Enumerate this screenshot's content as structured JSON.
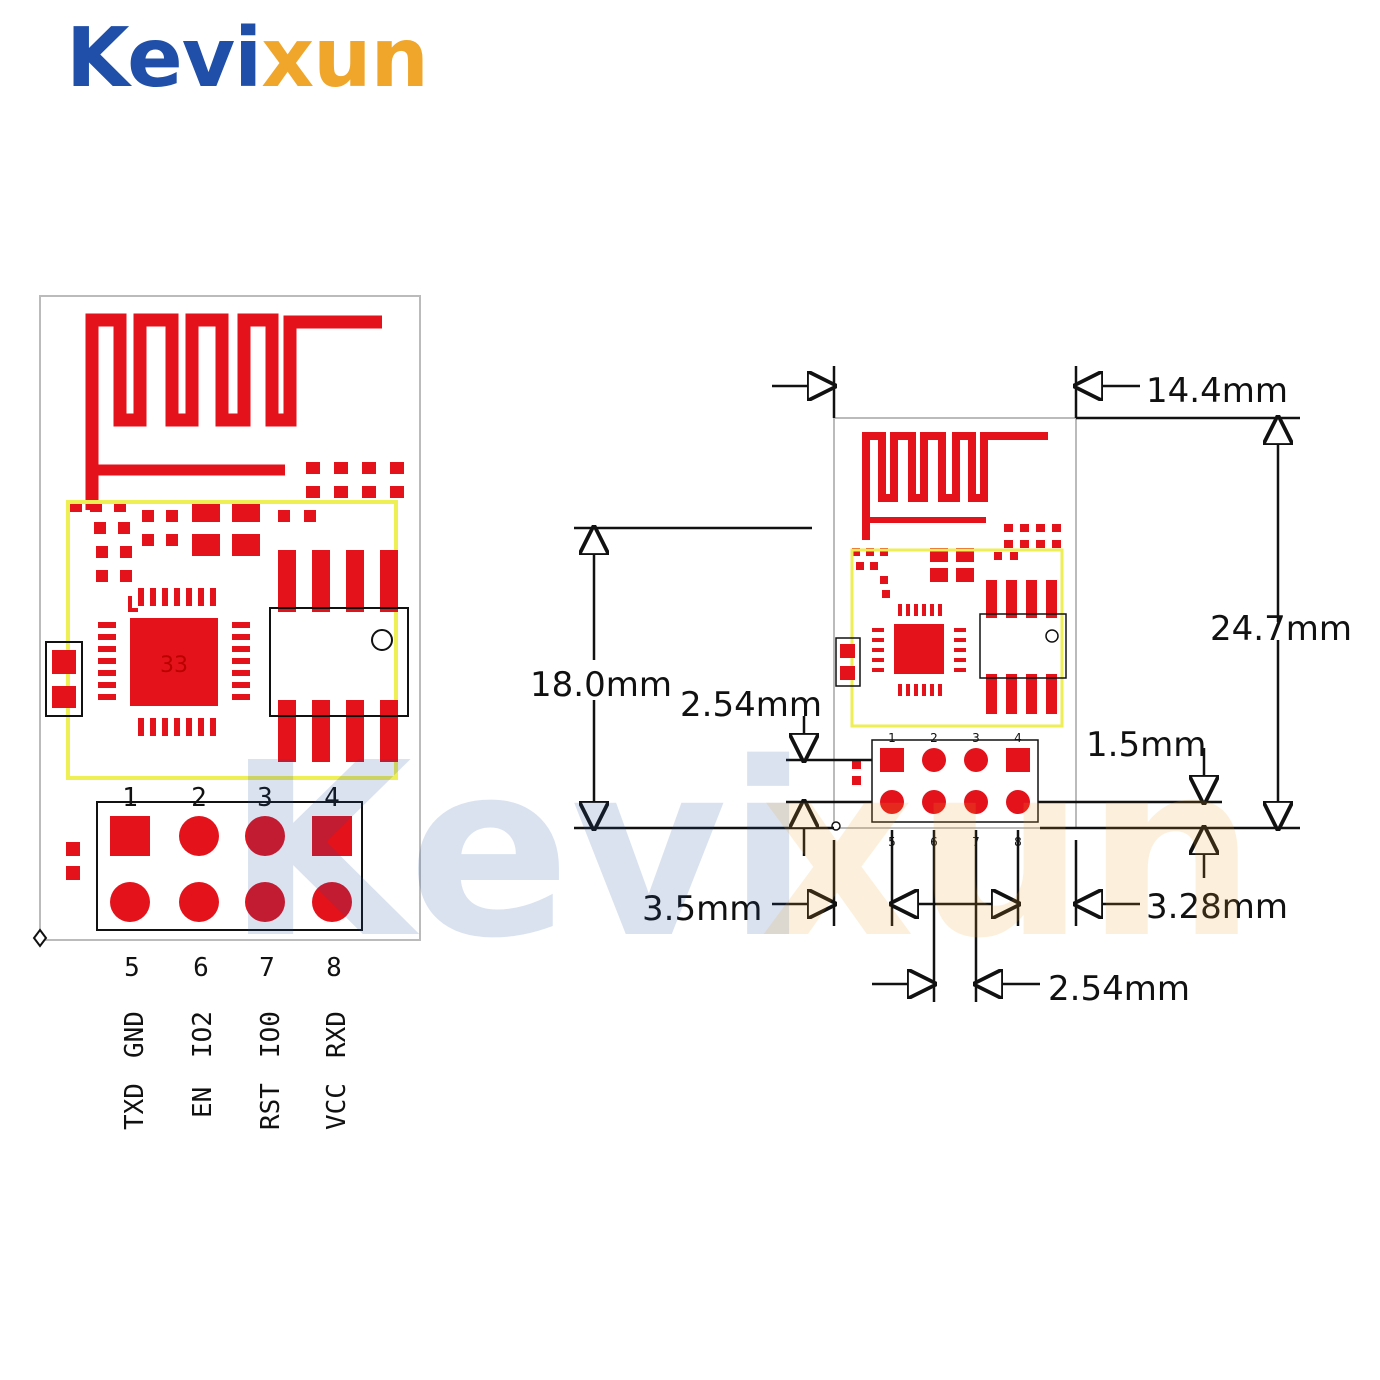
{
  "brand": {
    "part1": "Kevi",
    "part2": "xun",
    "color_blue": "#1f4fa8",
    "color_orange": "#f0a62a"
  },
  "watermark": {
    "part1": "Kevi",
    "part2": "xun"
  },
  "pcb": {
    "trace_color": "#e3121b",
    "silk_color": "#eeee55",
    "chip_label": "33"
  },
  "top_pins": [
    "1",
    "2",
    "3",
    "4"
  ],
  "bottom_pins": [
    "5",
    "6",
    "7",
    "8"
  ],
  "pin_names_row1": [
    "GND",
    "IO2",
    "IO0",
    "RXD"
  ],
  "pin_names_row2": [
    "TXD",
    "EN",
    "RST",
    "VCC"
  ],
  "dimensions": {
    "width": "14.4mm",
    "height": "24.7mm",
    "header_height": "18.0mm",
    "pitch_vertical": "2.54mm",
    "offset": "1.5mm",
    "left_offset": "3.5mm",
    "right_offset": "3.28mm",
    "pitch_horizontal": "2.54mm"
  }
}
